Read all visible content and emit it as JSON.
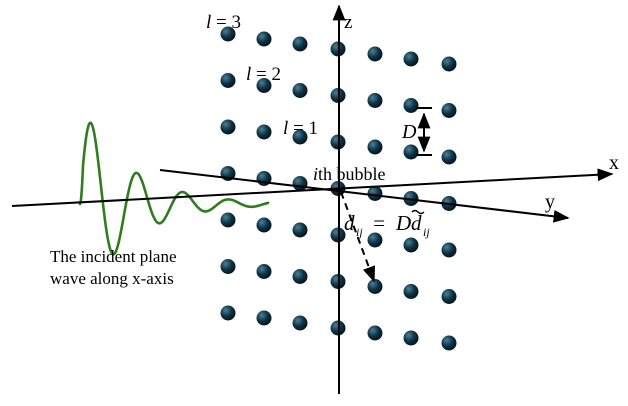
{
  "colors": {
    "bubble": "#0d3447",
    "bubble_highlight": "#4f7f94",
    "wave": "#2f7d1f",
    "axis": "#000000",
    "background": "#ffffff"
  },
  "axes": {
    "z_label": "z",
    "x_label": "x",
    "y_label": "y"
  },
  "layers": {
    "l3": {
      "italic": "l",
      "rest": " = 3"
    },
    "l2": {
      "italic": "l",
      "rest": " = 2"
    },
    "l1": {
      "italic": "l",
      "rest": " = 1"
    }
  },
  "spacing_label": "D",
  "bubble_label": {
    "italic": "i",
    "rest": "th bubble"
  },
  "distance_formula": {
    "lhs_symbol": "d",
    "lhs_subscript": "ij",
    "equals": " = ",
    "rhs_symbol": "D",
    "rhs_tilde_symbol": "d",
    "rhs_subscript": "ij"
  },
  "incident_wave_caption": {
    "line1": "The incident plane",
    "line2": "wave along x-axis"
  }
}
